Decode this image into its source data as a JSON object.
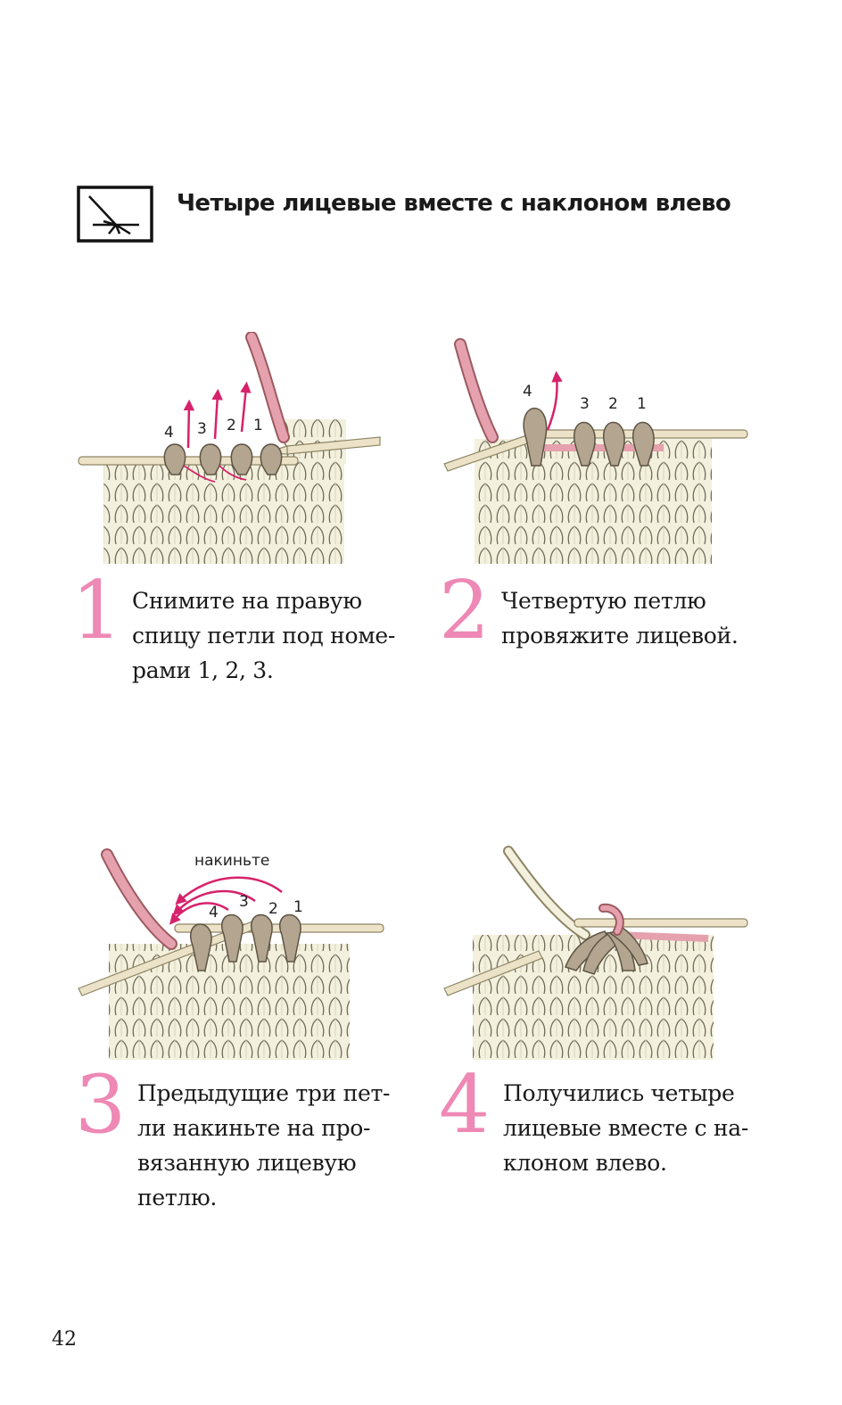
{
  "header": {
    "title": "Четыре лицевые вместе с наклоном влево",
    "symbol_icon": "four-knit-together-left-symbol-icon"
  },
  "colors": {
    "accent_pink": "#ee88b4",
    "arrow_magenta": "#d6226b",
    "yarn_cream": "#f3f1dd",
    "stitch_taupe": "#b3a590",
    "needle": "#ece2c7",
    "working_yarn": "#e5a1ae"
  },
  "steps": [
    {
      "number": "1",
      "lines": [
        "Снимите на правую",
        "спицу петли под номе-",
        "рами 1, 2, 3."
      ],
      "labels": [
        "4",
        "3",
        "2",
        "1"
      ]
    },
    {
      "number": "2",
      "lines": [
        "Четвертую петлю",
        "провяжите лицевой."
      ],
      "labels": [
        "4",
        "3",
        "2",
        "1"
      ]
    },
    {
      "number": "3",
      "lines": [
        "Предыдущие три пет-",
        "ли накиньте на про-",
        "вязанную лицевую",
        "петлю."
      ],
      "labels": [
        "4",
        "3",
        "2",
        "1"
      ],
      "annotation": "накиньте"
    },
    {
      "number": "4",
      "lines": [
        "Получились четыре",
        "лицевые вместе с на-",
        "клоном влево."
      ]
    }
  ],
  "page_number": "42"
}
